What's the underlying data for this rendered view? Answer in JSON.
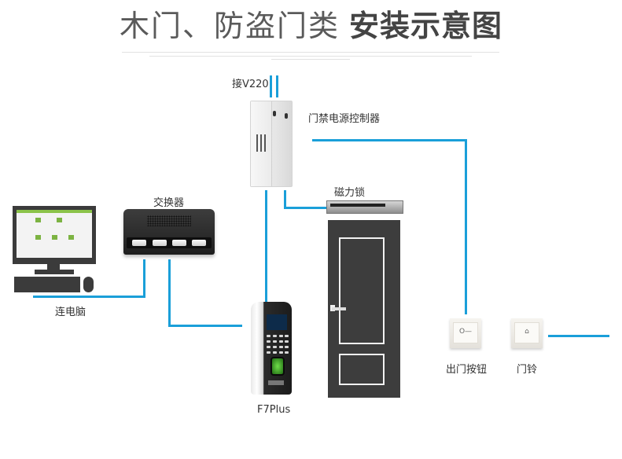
{
  "title": {
    "light": "木门、防盗门类",
    "bold": "安装示意图"
  },
  "colors": {
    "wire": "#1a9fd9",
    "door": "#3d3d3d",
    "title": "#555555"
  },
  "labels": {
    "power_input": "接V220",
    "controller": "门禁电源控制器",
    "maglock": "磁力锁",
    "switch": "交换器",
    "computer": "连电脑",
    "reader": "F7Plus",
    "exit_button": "出门按钮",
    "doorbell": "门铃"
  },
  "icons": {
    "exit_button_glyph": "O—",
    "doorbell_glyph": "⌂"
  }
}
